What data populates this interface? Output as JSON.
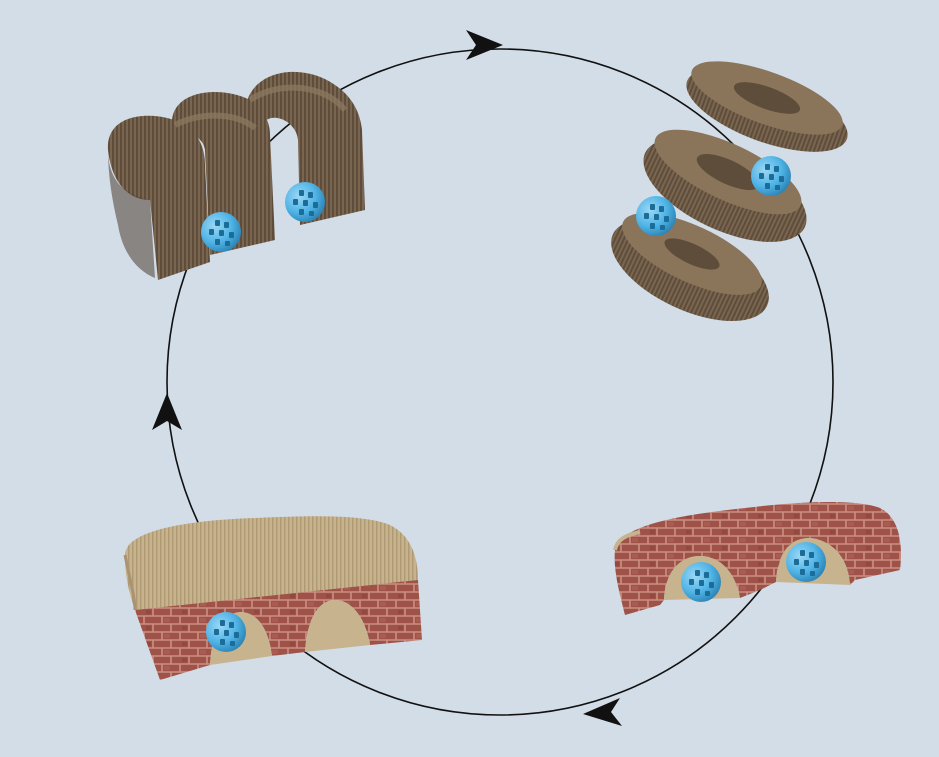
{
  "image": {
    "background_color": "#d3dde8",
    "cycle_line_color": "#111111",
    "cardboard_color": "#7a6650",
    "cardboard_dark_color": "#5e4d3b",
    "cardboard_light_color": "#c7b48f",
    "brick_color": "#9e5248",
    "mortar_color": "#c98a7d",
    "ball_color": "#4fb3e6",
    "ball_hole_color": "#1c6c98",
    "configurations": [
      {
        "name": "spiral-wave-configuration",
        "position_word": "top-left",
        "ball_count": 2
      },
      {
        "name": "stacked-rings-configuration",
        "position_word": "top-right",
        "ball_count": 2
      },
      {
        "name": "brick-tunnel-short-configuration",
        "position_word": "bottom-right",
        "ball_count": 2
      },
      {
        "name": "brick-tunnel-wide-configuration",
        "position_word": "bottom-left",
        "ball_count": 1
      }
    ],
    "arrow_direction": "clockwise"
  }
}
